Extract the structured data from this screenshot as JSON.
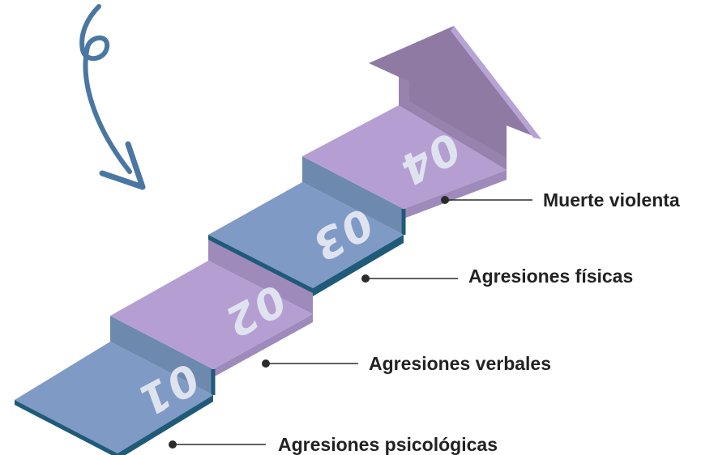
{
  "steps": [
    {
      "number": "01",
      "label": "Agresiones psicológicas",
      "color": "#7f9ac5"
    },
    {
      "number": "02",
      "label": "Agresiones verbales",
      "color": "#b59fd2"
    },
    {
      "number": "03",
      "label": "Agresiones físicas",
      "color": "#7f9ac5"
    },
    {
      "number": "04",
      "label": "Muerte violenta",
      "color": "#b59fd2"
    }
  ],
  "colors": {
    "blue_top": "#7f9ac5",
    "blue_riser": "#6d8aae",
    "purple_top": "#b59fd2",
    "purple_riser": "#9f8bbb",
    "edge": "#1f5a78",
    "arrow_face": "#8e7aa3",
    "arrow_side": "#b8a3d6",
    "curly_arrow": "#4a77a2",
    "label_text": "#222222",
    "connector": "#2b2b2b"
  },
  "icons": {
    "decor": "curly-arrow-icon",
    "bullet": "dot-icon"
  }
}
